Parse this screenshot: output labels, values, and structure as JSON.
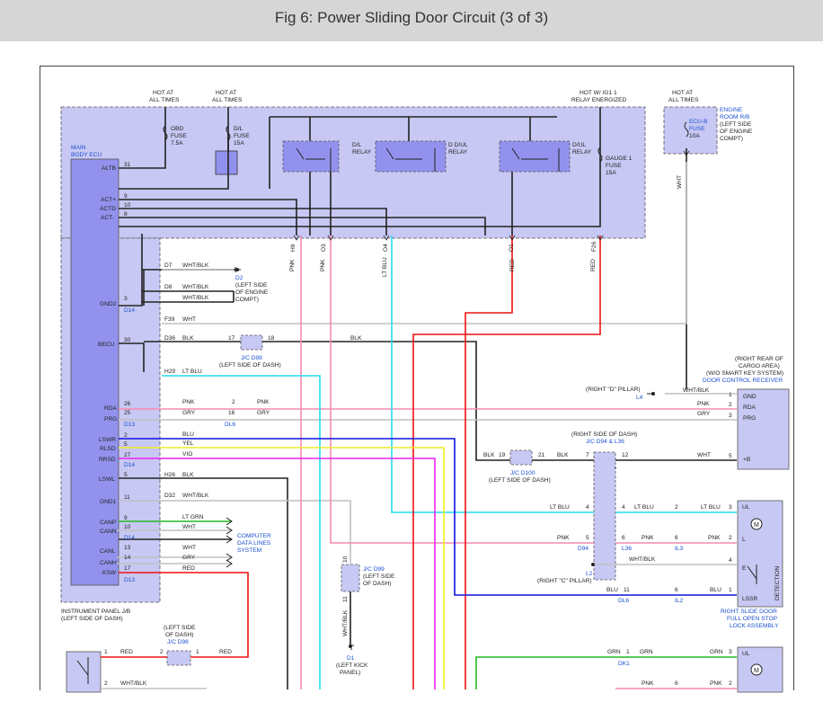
{
  "header": {
    "title": "Fig 6: Power Sliding Door Circuit (3 of 3)"
  },
  "colors": {
    "ecu_fill": "#c8c8f4",
    "ecu_strip": "#9292ee",
    "red": "#ee1111",
    "pink": "#f58ab4",
    "cyan": "#22dcee",
    "blue": "#1111dd",
    "yellow": "#eeee22",
    "magenta": "#ee22ee",
    "green": "#22bb22",
    "gray": "#c0c0c0",
    "black": "#222222"
  },
  "labels": [
    {
      "id": "hot1a",
      "t": "HOT AT"
    },
    {
      "id": "hot1b",
      "t": "ALL TIMES"
    },
    {
      "id": "hot2a",
      "t": "HOT AT"
    },
    {
      "id": "hot2b",
      "t": "ALL TIMES"
    },
    {
      "id": "hot3a",
      "t": "HOT W/ IG1 1"
    },
    {
      "id": "hot3b",
      "t": "RELAY ENERGIZED"
    },
    {
      "id": "hot4a",
      "t": "HOT AT"
    },
    {
      "id": "hot4b",
      "t": "ALL TIMES"
    },
    {
      "id": "obd1",
      "t": "OBD"
    },
    {
      "id": "obd2",
      "t": "FUSE"
    },
    {
      "id": "obd3",
      "t": "7.5A"
    },
    {
      "id": "dl1",
      "t": "D/L"
    },
    {
      "id": "dl2",
      "t": "FUSE"
    },
    {
      "id": "dl3",
      "t": "15A"
    },
    {
      "id": "dlr1",
      "t": "D/L"
    },
    {
      "id": "dlr2",
      "t": "RELAY"
    },
    {
      "id": "ddul1",
      "t": "D D/UL"
    },
    {
      "id": "ddul2",
      "t": "RELAY"
    },
    {
      "id": "dul1",
      "t": "D/UL"
    },
    {
      "id": "dul2",
      "t": "RELAY"
    },
    {
      "id": "gauge1",
      "t": "GAUGE 1"
    },
    {
      "id": "gauge2",
      "t": "FUSE"
    },
    {
      "id": "gauge3",
      "t": "15A"
    },
    {
      "id": "ecub1",
      "t": "ECU-B",
      "c": "b"
    },
    {
      "id": "ecub2",
      "t": "FUSE",
      "c": "b"
    },
    {
      "id": "ecub3",
      "t": "10A"
    },
    {
      "id": "eng1",
      "t": "ENGINE",
      "c": "b"
    },
    {
      "id": "eng2",
      "t": "ROOM R/B",
      "c": "b"
    },
    {
      "id": "eng3",
      "t": "(LEFT SIDE"
    },
    {
      "id": "eng4",
      "t": "OF ENGINE"
    },
    {
      "id": "eng5",
      "t": "COMPT)"
    },
    {
      "id": "main1",
      "t": "MAIN",
      "c": "b"
    },
    {
      "id": "main2",
      "t": "BODY ECU",
      "c": "b"
    },
    {
      "id": "p_altb",
      "t": "ALTB"
    },
    {
      "id": "n31a",
      "t": "31"
    },
    {
      "id": "p_actp",
      "t": "ACT+"
    },
    {
      "id": "n9",
      "t": "9"
    },
    {
      "id": "p_actd",
      "t": "ACTD"
    },
    {
      "id": "n10",
      "t": "10"
    },
    {
      "id": "p_actm",
      "t": "ACT-"
    },
    {
      "id": "n8",
      "t": "8"
    },
    {
      "id": "p_gnd2",
      "t": "GND2"
    },
    {
      "id": "n3a",
      "t": "3"
    },
    {
      "id": "c_d14a",
      "t": "D14",
      "c": "b"
    },
    {
      "id": "p_becu",
      "t": "BECU"
    },
    {
      "id": "n30",
      "t": "30"
    },
    {
      "id": "p_rda",
      "t": "RDA"
    },
    {
      "id": "n26",
      "t": "26"
    },
    {
      "id": "p_prg",
      "t": "PRG"
    },
    {
      "id": "n25",
      "t": "25"
    },
    {
      "id": "c_d13a",
      "t": "D13",
      "c": "b"
    },
    {
      "id": "p_lswr",
      "t": "LSWR"
    },
    {
      "id": "n2a",
      "t": "2"
    },
    {
      "id": "p_rlsd",
      "t": "RLSD"
    },
    {
      "id": "n5a",
      "t": "5"
    },
    {
      "id": "p_rrsd",
      "t": "RRSD"
    },
    {
      "id": "n27",
      "t": "27"
    },
    {
      "id": "c_d14b",
      "t": "D14",
      "c": "b"
    },
    {
      "id": "p_lswl",
      "t": "LSWL"
    },
    {
      "id": "n5b",
      "t": "5"
    },
    {
      "id": "p_gnd1",
      "t": "GND1"
    },
    {
      "id": "n11a",
      "t": "11"
    },
    {
      "id": "p_canp",
      "t": "CANP"
    },
    {
      "id": "n9b",
      "t": "9"
    },
    {
      "id": "p_cann",
      "t": "CANN"
    },
    {
      "id": "n10b",
      "t": "10"
    },
    {
      "id": "c_d14c",
      "t": "D14",
      "c": "b"
    },
    {
      "id": "p_canl",
      "t": "CANL"
    },
    {
      "id": "n13",
      "t": "13"
    },
    {
      "id": "p_canh",
      "t": "CANH"
    },
    {
      "id": "n14",
      "t": "14"
    },
    {
      "id": "p_ksw",
      "t": "KSW"
    },
    {
      "id": "n17",
      "t": "17"
    },
    {
      "id": "c_d13b",
      "t": "D13",
      "c": "b"
    },
    {
      "id": "ipjb1",
      "t": "INSTRUMENT PANEL J/B"
    },
    {
      "id": "ipjb2",
      "t": "(LEFT SIDE OF DASH)"
    },
    {
      "id": "d7",
      "t": "D7"
    },
    {
      "id": "w_d7",
      "t": "WHT/BLK"
    },
    {
      "id": "d8",
      "t": "D8"
    },
    {
      "id": "w_d8a",
      "t": "WHT/BLK"
    },
    {
      "id": "w_d8b",
      "t": "WHT/BLK"
    },
    {
      "id": "d2",
      "t": "D2",
      "c": "b"
    },
    {
      "id": "d2a",
      "t": "(LEFT SIDE"
    },
    {
      "id": "d2b",
      "t": "OF ENGINE"
    },
    {
      "id": "d2c",
      "t": "COMPT)"
    },
    {
      "id": "f39",
      "t": "F39"
    },
    {
      "id": "w_f39",
      "t": "WHT"
    },
    {
      "id": "d36",
      "t": "D36"
    },
    {
      "id": "w_d36",
      "t": "BLK"
    },
    {
      "id": "n17b",
      "t": "17"
    },
    {
      "id": "n18",
      "t": "18"
    },
    {
      "id": "w_blk2",
      "t": "BLK"
    },
    {
      "id": "jc98a",
      "t": "J/C D98",
      "c": "b"
    },
    {
      "id": "jc98b",
      "t": "(LEFT SIDE OF DASH)"
    },
    {
      "id": "h29",
      "t": "H29"
    },
    {
      "id": "w_h29",
      "t": "LT BLU"
    },
    {
      "id": "w_rda1",
      "t": "PNK"
    },
    {
      "id": "n2b",
      "t": "2"
    },
    {
      "id": "w_rda2",
      "t": "PNK"
    },
    {
      "id": "w_prg1",
      "t": "GRY"
    },
    {
      "id": "n16",
      "t": "16"
    },
    {
      "id": "w_prg2",
      "t": "GRY"
    },
    {
      "id": "c_dl6a",
      "t": "DL6",
      "c": "b"
    },
    {
      "id": "w_blu",
      "t": "BLU"
    },
    {
      "id": "w_yel",
      "t": "YEL"
    },
    {
      "id": "w_vio",
      "t": "VIO"
    },
    {
      "id": "h26",
      "t": "H26"
    },
    {
      "id": "w_h26",
      "t": "BLK"
    },
    {
      "id": "d32",
      "t": "D32"
    },
    {
      "id": "w_d32",
      "t": "WHT/BLK"
    },
    {
      "id": "w_ltgrn",
      "t": "LT GRN"
    },
    {
      "id": "w_wht1",
      "t": "WHT"
    },
    {
      "id": "w_wht2",
      "t": "WHT"
    },
    {
      "id": "w_gry2",
      "t": "GRY"
    },
    {
      "id": "w_red1",
      "t": "RED"
    },
    {
      "id": "cdl1",
      "t": "COMPUTER",
      "c": "b"
    },
    {
      "id": "cdl2",
      "t": "DATA LINES",
      "c": "b"
    },
    {
      "id": "cdl3",
      "t": "SYSTEM",
      "c": "b"
    },
    {
      "id": "v_pnk1",
      "t": "PNK"
    },
    {
      "id": "v_pnk2",
      "t": "PNK"
    },
    {
      "id": "v_ltblu",
      "t": "LT BLU"
    },
    {
      "id": "v_red1",
      "t": "RED"
    },
    {
      "id": "v_red2",
      "t": "RED"
    },
    {
      "id": "v_wht",
      "t": "WHT"
    },
    {
      "id": "h9",
      "t": "H9"
    },
    {
      "id": "o3",
      "t": "O3"
    },
    {
      "id": "o4",
      "t": "O4"
    },
    {
      "id": "o1",
      "t": "O1"
    },
    {
      "id": "f26",
      "t": "F26"
    },
    {
      "id": "rr1",
      "t": "(RIGHT REAR OF"
    },
    {
      "id": "rr2",
      "t": "CARGO AREA)"
    },
    {
      "id": "rr3",
      "t": "(W/O SMART KEY SYSTEM)"
    },
    {
      "id": "rr4",
      "t": "DOOR CONTROL RECEIVER",
      "c": "b"
    },
    {
      "id": "dpil",
      "t": "(RIGHT \"D\" PILLAR)"
    },
    {
      "id": "l4",
      "t": "L4",
      "c": "b"
    },
    {
      "id": "w_l4",
      "t": "WHT/BLK"
    },
    {
      "id": "n1r",
      "t": "1"
    },
    {
      "id": "r_gnd",
      "t": "GND"
    },
    {
      "id": "w_pnk3",
      "t": "PNK"
    },
    {
      "id": "n2r",
      "t": "2"
    },
    {
      "id": "r_rda",
      "t": "RDA"
    },
    {
      "id": "w_gry3",
      "t": "GRY"
    },
    {
      "id": "n3r",
      "t": "3"
    },
    {
      "id": "r_prg",
      "t": "PRG"
    },
    {
      "id": "w_wht3",
      "t": "WHT"
    },
    {
      "id": "n5r",
      "t": "5"
    },
    {
      "id": "r_b",
      "t": "+B"
    },
    {
      "id": "rsd1",
      "t": "(RIGHT SIDE OF DASH)"
    },
    {
      "id": "rsd2",
      "t": "J/C D94 & L36",
      "c": "b"
    },
    {
      "id": "w_blk3",
      "t": "BLK"
    },
    {
      "id": "n19",
      "t": "19"
    },
    {
      "id": "n21",
      "t": "21"
    },
    {
      "id": "w_blk4",
      "t": "BLK"
    },
    {
      "id": "n7",
      "t": "7"
    },
    {
      "id": "n12",
      "t": "12"
    },
    {
      "id": "jc100a",
      "t": "J/C D100",
      "c": "b"
    },
    {
      "id": "jc100b",
      "t": "(LEFT SIDE OF DASH)"
    },
    {
      "id": "w_ltb1",
      "t": "LT BLU"
    },
    {
      "id": "n4a",
      "t": "4"
    },
    {
      "id": "n4b",
      "t": "4"
    },
    {
      "id": "w_ltb2",
      "t": "LT BLU"
    },
    {
      "id": "n2c",
      "t": "2"
    },
    {
      "id": "w_ltb3",
      "t": "LT BLU"
    },
    {
      "id": "n3c",
      "t": "3"
    },
    {
      "id": "m_ul",
      "t": "UL"
    },
    {
      "id": "w_pnk4",
      "t": "PNK"
    },
    {
      "id": "n5c",
      "t": "5"
    },
    {
      "id": "n6a",
      "t": "6"
    },
    {
      "id": "w_pnk5",
      "t": "PNK"
    },
    {
      "id": "n6b",
      "t": "6"
    },
    {
      "id": "w_pnk6",
      "t": "PNK"
    },
    {
      "id": "n2d",
      "t": "2"
    },
    {
      "id": "m_l",
      "t": "L"
    },
    {
      "id": "c_d94",
      "t": "D94",
      "c": "b"
    },
    {
      "id": "c_l36",
      "t": "L36",
      "c": "b"
    },
    {
      "id": "c_il3",
      "t": "IL3",
      "c": "b"
    },
    {
      "id": "l2",
      "t": "L2",
      "c": "b"
    },
    {
      "id": "w_l2",
      "t": "WHT/BLK"
    },
    {
      "id": "n4c",
      "t": "4"
    },
    {
      "id": "m_e",
      "t": "E"
    },
    {
      "id": "cpil",
      "t": "(RIGHT \"C\" PILLAR)"
    },
    {
      "id": "w_blu2",
      "t": "BLU"
    },
    {
      "id": "n11b",
      "t": "11"
    },
    {
      "id": "n6c",
      "t": "6"
    },
    {
      "id": "w_blu3",
      "t": "BLU"
    },
    {
      "id": "n1c",
      "t": "1"
    },
    {
      "id": "m_lssr",
      "t": "LSSR"
    },
    {
      "id": "c_dl6b",
      "t": "DL6",
      "c": "b"
    },
    {
      "id": "c_il2",
      "t": "IL2",
      "c": "b"
    },
    {
      "id": "det",
      "t": "DETECTION"
    },
    {
      "id": "rsdr1",
      "t": "RIGHT SLIDE DOOR",
      "c": "b"
    },
    {
      "id": "rsdr2",
      "t": "FULL OPEN STOP",
      "c": "b"
    },
    {
      "id": "rsdr3",
      "t": "LOCK ASSEMBLY",
      "c": "b"
    },
    {
      "id": "jc99a",
      "t": "J/C D99",
      "c": "b"
    },
    {
      "id": "jc99b",
      "t": "(LEFT SIDE"
    },
    {
      "id": "jc99c",
      "t": "OF DASH)"
    },
    {
      "id": "n10c",
      "t": "10"
    },
    {
      "id": "n11c",
      "t": "11"
    },
    {
      "id": "v_whtblk",
      "t": "WHT/BLK"
    },
    {
      "id": "d1",
      "t": "D1",
      "c": "b"
    },
    {
      "id": "lk1",
      "t": "(LEFT KICK"
    },
    {
      "id": "lk2",
      "t": "PANEL)"
    },
    {
      "id": "lsd1",
      "t": "(LEFT SIDE"
    },
    {
      "id": "lsd2",
      "t": "OF DASH)"
    },
    {
      "id": "lsd3",
      "t": "J/C D98",
      "c": "b"
    },
    {
      "id": "n1l",
      "t": "1"
    },
    {
      "id": "w_red2",
      "t": "RED"
    },
    {
      "id": "n2l",
      "t": "2"
    },
    {
      "id": "n1m",
      "t": "1"
    },
    {
      "id": "w_red3",
      "t": "RED"
    },
    {
      "id": "n2m",
      "t": "2"
    },
    {
      "id": "w_wb",
      "t": "WHT/BLK"
    },
    {
      "id": "w_grn1",
      "t": "GRN"
    },
    {
      "id": "n1g",
      "t": "1"
    },
    {
      "id": "w_grn2",
      "t": "GRN"
    },
    {
      "id": "w_grn3",
      "t": "GRN"
    },
    {
      "id": "n3g",
      "t": "3"
    },
    {
      "id": "m_ul2",
      "t": "UL"
    },
    {
      "id": "c_dk1",
      "t": "DK1",
      "c": "b"
    },
    {
      "id": "w_pnk7",
      "t": "PNK"
    },
    {
      "id": "n6d",
      "t": "6"
    },
    {
      "id": "w_pnk8",
      "t": "PNK"
    },
    {
      "id": "n2g",
      "t": "2"
    }
  ]
}
